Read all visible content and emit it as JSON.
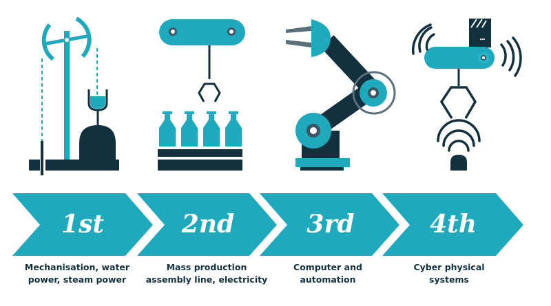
{
  "colors": {
    "teal": "#1fa9bc",
    "dark": "#12303d",
    "grey": "#5a6f7a"
  },
  "stages": [
    {
      "label": "1st",
      "caption_line1": "Mechanisation, water",
      "caption_line2": "power, steam power",
      "icon": "steam-engine-icon"
    },
    {
      "label": "2nd",
      "caption_line1": "Mass production",
      "caption_line2": "assembly line, electricity",
      "icon": "assembly-line-icon"
    },
    {
      "label": "3rd",
      "caption_line1": "Computer and",
      "caption_line2": "automation",
      "icon": "robot-arm-icon"
    },
    {
      "label": "4th",
      "caption_line1": "Cyber physical",
      "caption_line2": "systems",
      "icon": "wireless-robot-icon"
    }
  ]
}
